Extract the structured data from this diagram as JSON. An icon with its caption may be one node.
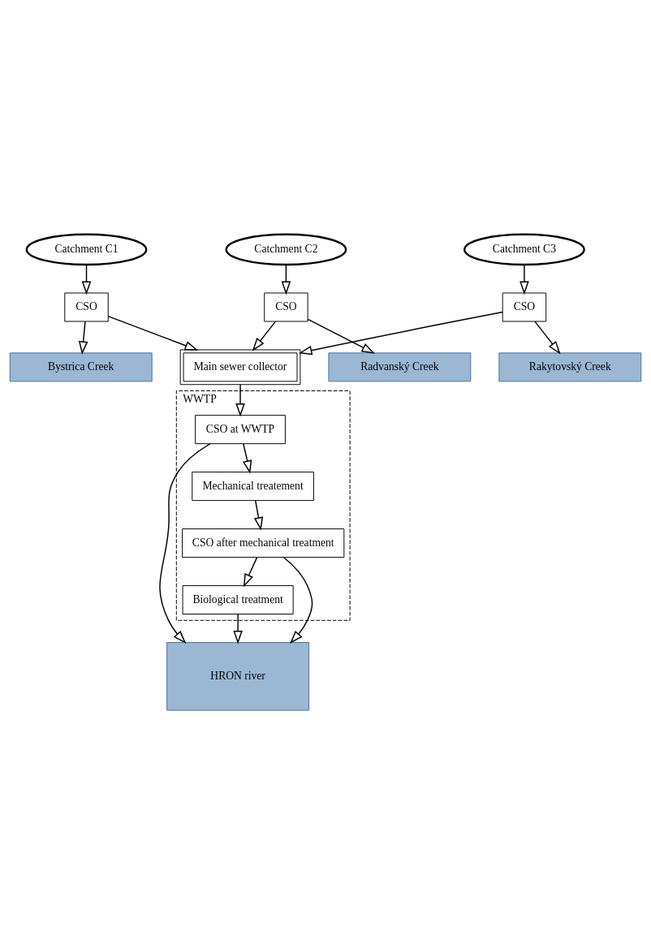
{
  "diagram": {
    "nodes": [
      {
        "text": [
          "Catchment C1"
        ]
      },
      {
        "text": [
          "CSO"
        ]
      },
      {
        "text": [
          "Catchment C2"
        ]
      },
      {
        "text": [
          "CSO"
        ]
      },
      {
        "text": [
          "Catchment C3"
        ]
      },
      {
        "text": [
          "CSO"
        ]
      },
      {
        "text": [
          "Bystrica Creek"
        ]
      },
      {
        "text": [
          "Radvanský Creek"
        ]
      },
      {
        "text": [
          "Rakytovský Creek"
        ]
      },
      {
        "text": [
          "Main sewer collector"
        ]
      },
      {
        "text": [
          "HRON river"
        ]
      },
      {
        "text": [
          "WWTP"
        ]
      },
      {
        "text": [
          "CSO at WWTP"
        ],
        "in": 11
      },
      {
        "text": [
          "Mechanical treatement"
        ],
        "in": 11
      },
      {
        "text": [
          "CSO after mechanical treatment"
        ],
        "in": 11
      },
      {
        "text": [
          "Biological treatment"
        ],
        "in": 11
      }
    ],
    "edges": [
      {
        "from": 0,
        "to": 1,
        "arrow": "to"
      },
      {
        "from": 1,
        "to": 9,
        "arrow": "to"
      },
      {
        "from": 1,
        "to": 6,
        "arrow": "to"
      },
      {
        "from": 2,
        "to": 3,
        "arrow": "to"
      },
      {
        "from": 3,
        "to": 9,
        "arrow": "to"
      },
      {
        "from": 3,
        "to": 7,
        "arrow": "to"
      },
      {
        "from": 4,
        "to": 5,
        "arrow": "to"
      },
      {
        "from": 5,
        "to": 9,
        "arrow": "to"
      },
      {
        "from": 5,
        "to": 8,
        "arrow": "to"
      },
      {
        "from": 9,
        "to": 12,
        "arrow": "to"
      },
      {
        "from": 12,
        "to": 10,
        "arrow": "to"
      },
      {
        "from": 12,
        "to": 13,
        "arrow": "to"
      },
      {
        "from": 13,
        "to": 14,
        "arrow": "to"
      },
      {
        "from": 14,
        "to": 10,
        "arrow": "to"
      },
      {
        "from": 14,
        "to": 15,
        "arrow": "to"
      },
      {
        "from": 15,
        "to": 10,
        "arrow": "to"
      }
    ]
  }
}
